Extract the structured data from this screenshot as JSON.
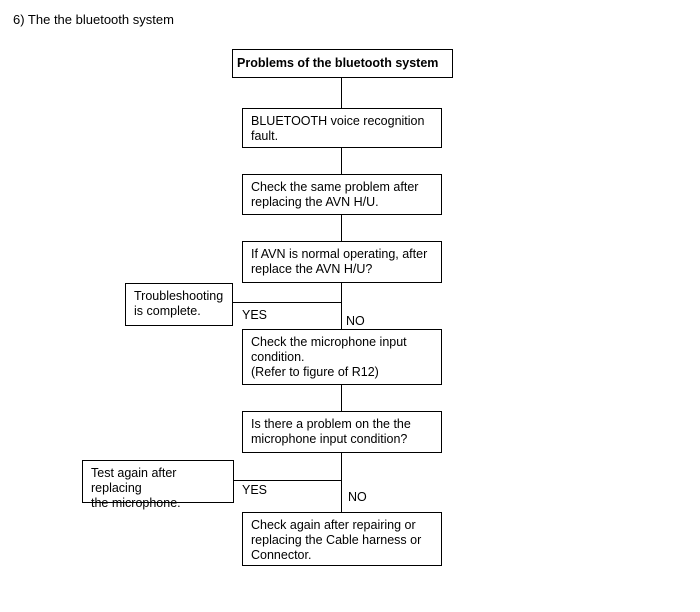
{
  "heading": "6) The the bluetooth system",
  "flowchart": {
    "title": "Problems of the bluetooth  system",
    "step1": "BLUETOOTH voice recognition\nfault.",
    "step2": "Check the same problem after\nreplacing the AVN H/U.",
    "question1": "If AVN is normal operating, after\nreplace the AVN H/U?",
    "q1_yes_result": "Troubleshooting\nis complete.",
    "q1_yes_label": "YES",
    "q1_no_label": "NO",
    "step3": "Check the microphone input\ncondition.\n(Refer to figure of R12)",
    "question2": "Is there a problem on the the\nmicrophone input condition?",
    "q2_yes_result": "Test again after replacing\nthe microphone.",
    "q2_yes_label": "YES",
    "q2_no_label": "NO",
    "final": "Check again after repairing or\nreplacing the Cable harness or\nConnector."
  }
}
